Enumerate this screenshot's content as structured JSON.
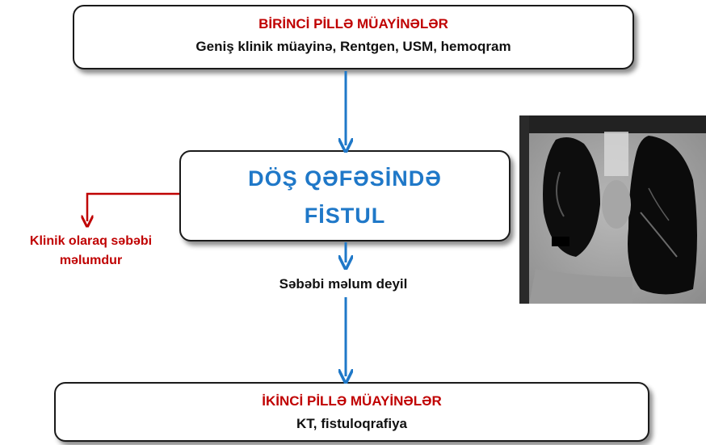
{
  "boxes": {
    "first_stage": {
      "title": "BİRİNCİ PİLLƏ MÜAYİNƏLƏR",
      "subtitle": "Geniş klinik müayinə, Rentgen, USM, hemoqram"
    },
    "fistula": {
      "line1": "DÖŞ QƏFƏSİNDƏ",
      "line2": "FİSTUL"
    },
    "second_stage": {
      "title": "İKİNCİ PİLLƏ MÜAYİNƏLƏR",
      "subtitle": "KT, fistuloqrafiya"
    }
  },
  "branches": {
    "known_cause": [
      "Klinik olaraq səbəbi",
      "məlumdur"
    ],
    "unknown_cause": "Səbəbi məlum deyil"
  },
  "colors": {
    "accent_red": "#c00000",
    "accent_blue": "#1f78c8",
    "arrow_blue": "#1f78c8",
    "arrow_red": "#c00000"
  },
  "image": {
    "icon": "ct-scan-image"
  }
}
